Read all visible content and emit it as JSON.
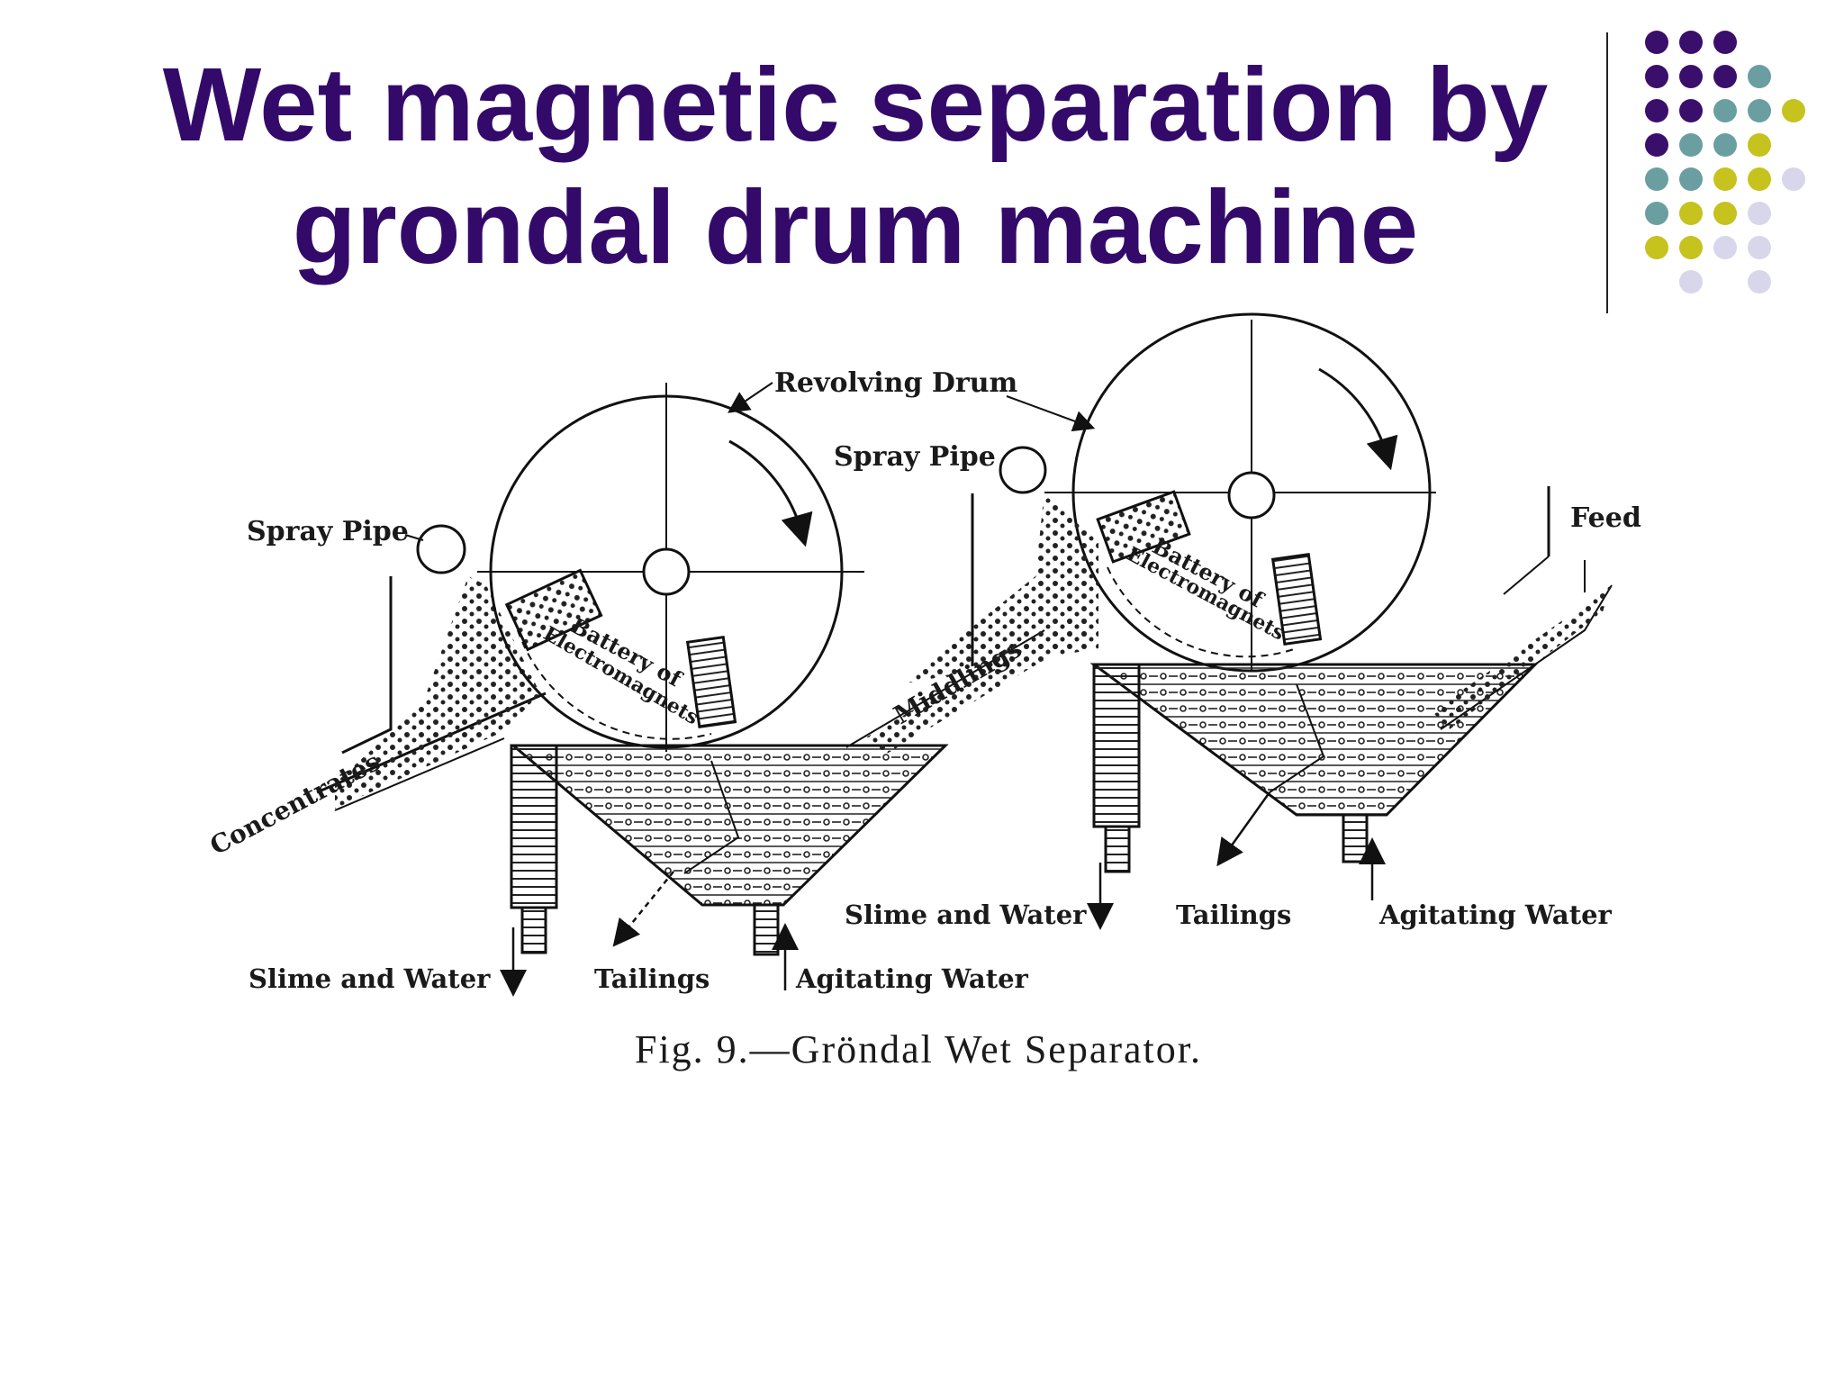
{
  "slide": {
    "title_line1": "Wet magnetic separation by",
    "title_line2": "grondal drum machine"
  },
  "colors": {
    "title": "#330a6a",
    "dot_purple": "#3a0f6b",
    "dot_teal": "#6b9ea0",
    "dot_olive": "#c6c21e",
    "dot_lavender": "#d8d6ea"
  },
  "figure": {
    "labels": {
      "revolving_drum": "Revolving Drum",
      "spray_pipe_left": "Spray Pipe",
      "spray_pipe_right": "Spray Pipe",
      "feed": "Feed",
      "battery_left_1": "Battery of",
      "battery_left_2": "Electromagnets",
      "battery_right_1": "Battery of",
      "battery_right_2": "Electromagnets",
      "concentrates": "Concentrates",
      "middlings": "Middlings",
      "slime_water_left": "Slime and Water",
      "tailings_left": "Tailings",
      "agitating_water_left": "Agitating Water",
      "slime_water_right": "Slime and Water",
      "tailings_right": "Tailings",
      "agitating_water_right": "Agitating Water"
    },
    "caption": "Fig. 9.—Gröndal Wet Separator."
  }
}
